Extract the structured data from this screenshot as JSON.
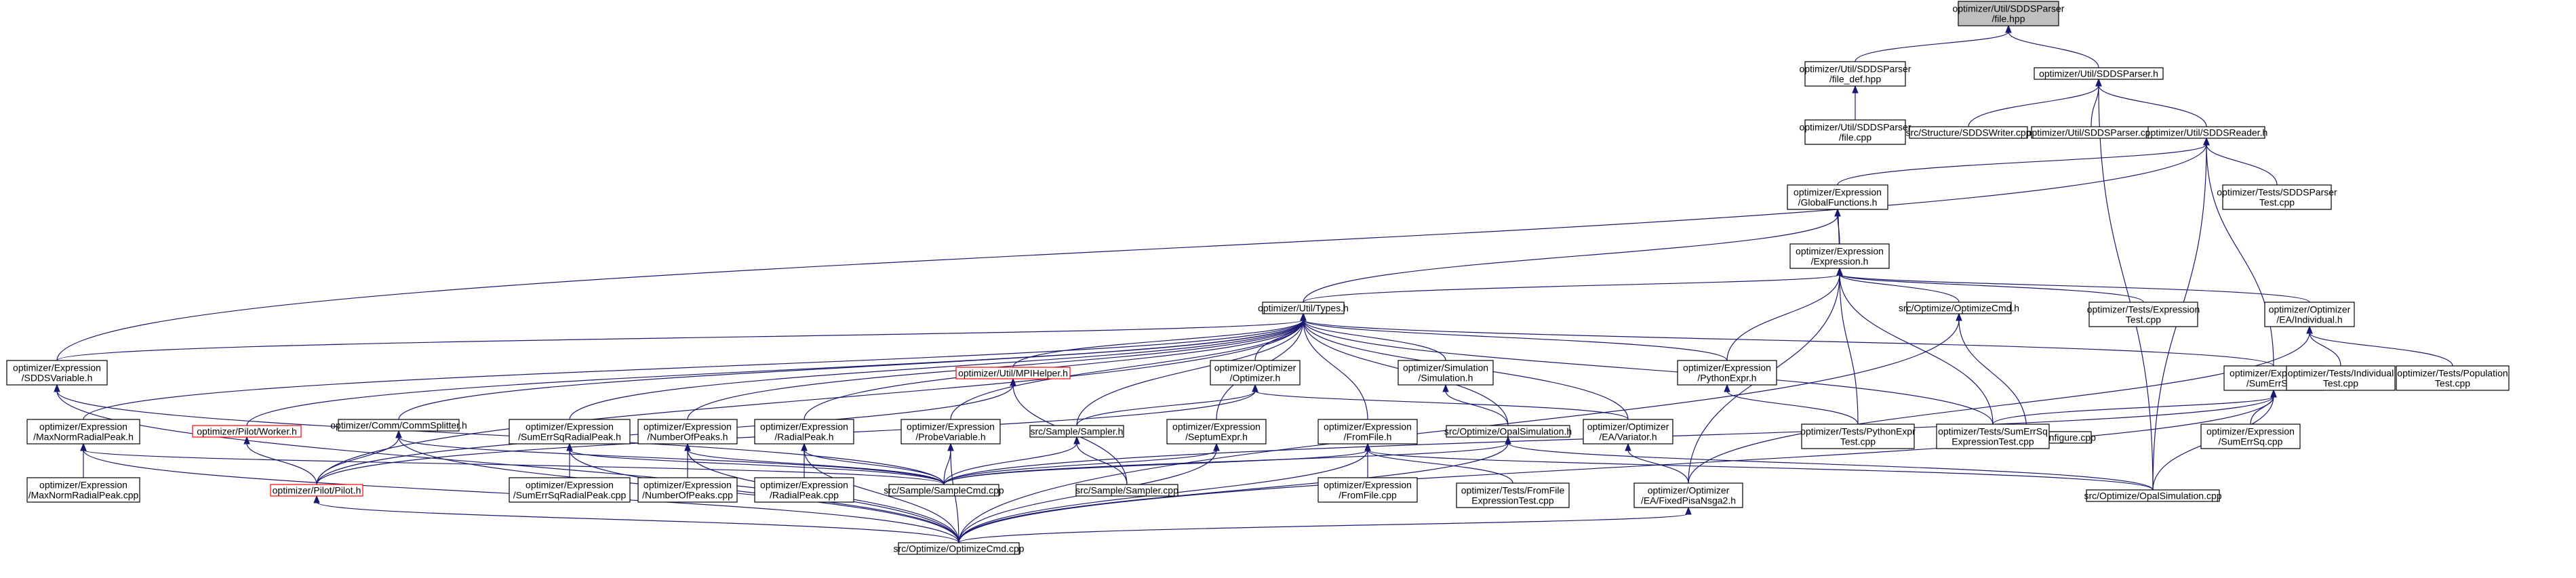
{
  "graph": {
    "edge_color": "#191970",
    "root_fill": "#bfbfbf",
    "nodes": [
      {
        "id": "root",
        "lines": [
          "optimizer/Util/SDDSParser",
          "/file.hpp"
        ],
        "style": "root"
      },
      {
        "id": "file_def",
        "lines": [
          "optimizer/Util/SDDSParser",
          "/file_def.hpp"
        ]
      },
      {
        "id": "sddsparser_h",
        "lines": [
          "optimizer/Util/SDDSParser.h"
        ]
      },
      {
        "id": "file_cpp",
        "lines": [
          "optimizer/Util/SDDSParser",
          "/file.cpp"
        ]
      },
      {
        "id": "sddswriter",
        "lines": [
          "src/Structure/SDDSWriter.cpp"
        ]
      },
      {
        "id": "sddsparser_cpp",
        "lines": [
          "optimizer/Util/SDDSParser.cpp"
        ]
      },
      {
        "id": "sddsreader",
        "lines": [
          "optimizer/Util/SDDSReader.h"
        ]
      },
      {
        "id": "globalfunctions",
        "lines": [
          "optimizer/Expression",
          "/GlobalFunctions.h"
        ]
      },
      {
        "id": "sddsparsertest",
        "lines": [
          "optimizer/Tests/SDDSParser",
          "Test.cpp"
        ]
      },
      {
        "id": "expression",
        "lines": [
          "optimizer/Expression",
          "/Expression.h"
        ]
      },
      {
        "id": "types",
        "lines": [
          "optimizer/Util/Types.h"
        ]
      },
      {
        "id": "optimizecmd_h",
        "lines": [
          "src/Optimize/OptimizeCmd.h"
        ]
      },
      {
        "id": "expressiontest",
        "lines": [
          "optimizer/Tests/Expression",
          "Test.cpp"
        ]
      },
      {
        "id": "individual",
        "lines": [
          "optimizer/Optimizer",
          "/EA/Individual.h"
        ]
      },
      {
        "id": "sddsvariable",
        "lines": [
          "optimizer/Expression",
          "/SDDSVariable.h"
        ]
      },
      {
        "id": "mpihelper",
        "lines": [
          "optimizer/Util/MPIHelper.h"
        ],
        "style": "red"
      },
      {
        "id": "optimizer_h",
        "lines": [
          "optimizer/Optimizer",
          "/Optimizer.h"
        ]
      },
      {
        "id": "simulation_h",
        "lines": [
          "optimizer/Simulation",
          "/Simulation.h"
        ]
      },
      {
        "id": "pythonexpr",
        "lines": [
          "optimizer/Expression",
          "/PythonExpr.h"
        ]
      },
      {
        "id": "configure",
        "lines": [
          "src/OpalConfigure/Configure.cpp"
        ]
      },
      {
        "id": "sumerrsq_h",
        "lines": [
          "optimizer/Expression",
          "/SumErrSq.h"
        ]
      },
      {
        "id": "individualtest",
        "lines": [
          "optimizer/Tests/Individual",
          "Test.cpp"
        ]
      },
      {
        "id": "populationtest",
        "lines": [
          "optimizer/Tests/Population",
          "Test.cpp"
        ]
      },
      {
        "id": "maxnorm_h",
        "lines": [
          "optimizer/Expression",
          "/MaxNormRadialPeak.h"
        ]
      },
      {
        "id": "worker",
        "lines": [
          "optimizer/Pilot/Worker.h"
        ],
        "style": "red"
      },
      {
        "id": "commsplitter",
        "lines": [
          "optimizer/Comm/CommSplitter.h"
        ]
      },
      {
        "id": "sumerrsqradial_h",
        "lines": [
          "optimizer/Expression",
          "/SumErrSqRadialPeak.h"
        ]
      },
      {
        "id": "numberofpeaks_h",
        "lines": [
          "optimizer/Expression",
          "/NumberOfPeaks.h"
        ]
      },
      {
        "id": "radialpeak_h",
        "lines": [
          "optimizer/Expression",
          "/RadialPeak.h"
        ]
      },
      {
        "id": "probevariable",
        "lines": [
          "optimizer/Expression",
          "/ProbeVariable.h"
        ]
      },
      {
        "id": "sampler_h",
        "lines": [
          "src/Sample/Sampler.h"
        ]
      },
      {
        "id": "septumexpr",
        "lines": [
          "optimizer/Expression",
          "/SeptumExpr.h"
        ]
      },
      {
        "id": "fromfile_h",
        "lines": [
          "optimizer/Expression",
          "/FromFile.h"
        ]
      },
      {
        "id": "opalsimulation_h",
        "lines": [
          "src/Optimize/OpalSimulation.h"
        ]
      },
      {
        "id": "variator",
        "lines": [
          "optimizer/Optimizer",
          "/EA/Variator.h"
        ]
      },
      {
        "id": "pythonexprtest",
        "lines": [
          "optimizer/Tests/PythonExpr",
          "Test.cpp"
        ]
      },
      {
        "id": "sumerrsqexprtest",
        "lines": [
          "optimizer/Tests/SumErrSq",
          "ExpressionTest.cpp"
        ]
      },
      {
        "id": "sumerrsq_cpp",
        "lines": [
          "optimizer/Expression",
          "/SumErrSq.cpp"
        ]
      },
      {
        "id": "maxnorm_cpp",
        "lines": [
          "optimizer/Expression",
          "/MaxNormRadialPeak.cpp"
        ]
      },
      {
        "id": "pilot",
        "lines": [
          "optimizer/Pilot/Pilot.h"
        ],
        "style": "red"
      },
      {
        "id": "sumerrsqradial_cpp",
        "lines": [
          "optimizer/Expression",
          "/SumErrSqRadialPeak.cpp"
        ]
      },
      {
        "id": "numberofpeaks_cpp",
        "lines": [
          "optimizer/Expression",
          "/NumberOfPeaks.cpp"
        ]
      },
      {
        "id": "radialpeak_cpp",
        "lines": [
          "optimizer/Expression",
          "/RadialPeak.cpp"
        ]
      },
      {
        "id": "samplecmd",
        "lines": [
          "src/Sample/SampleCmd.cpp"
        ]
      },
      {
        "id": "sampler_cpp",
        "lines": [
          "src/Sample/Sampler.cpp"
        ]
      },
      {
        "id": "fromfile_cpp",
        "lines": [
          "optimizer/Expression",
          "/FromFile.cpp"
        ]
      },
      {
        "id": "fromfiletest",
        "lines": [
          "optimizer/Tests/FromFile",
          "ExpressionTest.cpp"
        ]
      },
      {
        "id": "fixedpisa",
        "lines": [
          "optimizer/Optimizer",
          "/EA/FixedPisaNsga2.h"
        ]
      },
      {
        "id": "opalsimulation_cpp",
        "lines": [
          "src/Optimize/OpalSimulation.cpp"
        ]
      },
      {
        "id": "optimizecmd_cpp",
        "lines": [
          "src/Optimize/OptimizeCmd.cpp"
        ]
      }
    ],
    "edges": [
      [
        "root",
        "file_def"
      ],
      [
        "root",
        "sddsparser_h"
      ],
      [
        "file_def",
        "file_cpp"
      ],
      [
        "sddsparser_h",
        "sddswriter"
      ],
      [
        "sddsparser_h",
        "sddsparser_cpp"
      ],
      [
        "sddsparser_h",
        "sddsreader"
      ],
      [
        "sddsparser_h",
        "opalsimulation_cpp"
      ],
      [
        "sddsreader",
        "globalfunctions"
      ],
      [
        "sddsreader",
        "sddsparsertest"
      ],
      [
        "sddsreader",
        "sddsvariable"
      ],
      [
        "sddsreader",
        "sumerrsq_h"
      ],
      [
        "sddsreader",
        "opalsimulation_cpp"
      ],
      [
        "globalfunctions",
        "expression"
      ],
      [
        "globalfunctions",
        "types"
      ],
      [
        "expression",
        "globalfunctions"
      ],
      [
        "expression",
        "types"
      ],
      [
        "expression",
        "optimizecmd_h"
      ],
      [
        "expression",
        "expressiontest"
      ],
      [
        "expression",
        "individual"
      ],
      [
        "expression",
        "pythonexpr"
      ],
      [
        "expression",
        "pythonexprtest"
      ],
      [
        "expression",
        "sumerrsqexprtest"
      ],
      [
        "expression",
        "fixedpisa"
      ],
      [
        "types",
        "sddsvariable"
      ],
      [
        "types",
        "mpihelper"
      ],
      [
        "types",
        "optimizer_h"
      ],
      [
        "types",
        "simulation_h"
      ],
      [
        "types",
        "pythonexpr"
      ],
      [
        "types",
        "sumerrsq_h"
      ],
      [
        "types",
        "maxnorm_h"
      ],
      [
        "types",
        "worker"
      ],
      [
        "types",
        "commsplitter"
      ],
      [
        "types",
        "sumerrsqradial_h"
      ],
      [
        "types",
        "numberofpeaks_h"
      ],
      [
        "types",
        "radialpeak_h"
      ],
      [
        "types",
        "probevariable"
      ],
      [
        "types",
        "sampler_h"
      ],
      [
        "types",
        "septumexpr"
      ],
      [
        "types",
        "fromfile_h"
      ],
      [
        "types",
        "opalsimulation_h"
      ],
      [
        "types",
        "variator"
      ],
      [
        "types",
        "pilot"
      ],
      [
        "types",
        "sumerrsqexprtest"
      ],
      [
        "optimizecmd_h",
        "configure"
      ],
      [
        "optimizecmd_h",
        "optimizecmd_cpp"
      ],
      [
        "individual",
        "individualtest"
      ],
      [
        "individual",
        "populationtest"
      ],
      [
        "individual",
        "fixedpisa"
      ],
      [
        "sddsvariable",
        "samplecmd"
      ],
      [
        "sddsvariable",
        "optimizecmd_cpp"
      ],
      [
        "mpihelper",
        "sampler_cpp"
      ],
      [
        "mpihelper",
        "pilot"
      ],
      [
        "optimizer_h",
        "sampler_h"
      ],
      [
        "optimizer_h",
        "pilot"
      ],
      [
        "optimizer_h",
        "variator"
      ],
      [
        "simulation_h",
        "opalsimulation_h"
      ],
      [
        "pythonexpr",
        "pythonexprtest"
      ],
      [
        "sumerrsq_h",
        "sumerrsq_cpp"
      ],
      [
        "sumerrsq_h",
        "sumerrsqexprtest"
      ],
      [
        "sumerrsq_h",
        "samplecmd"
      ],
      [
        "sumerrsq_h",
        "opalsimulation_cpp"
      ],
      [
        "sumerrsq_h",
        "optimizecmd_cpp"
      ],
      [
        "maxnorm_h",
        "maxnorm_cpp"
      ],
      [
        "maxnorm_h",
        "samplecmd"
      ],
      [
        "maxnorm_h",
        "optimizecmd_cpp"
      ],
      [
        "worker",
        "pilot"
      ],
      [
        "commsplitter",
        "pilot"
      ],
      [
        "commsplitter",
        "samplecmd"
      ],
      [
        "commsplitter",
        "optimizecmd_cpp"
      ],
      [
        "sumerrsqradial_h",
        "sumerrsqradial_cpp"
      ],
      [
        "sumerrsqradial_h",
        "samplecmd"
      ],
      [
        "sumerrsqradial_h",
        "optimizecmd_cpp"
      ],
      [
        "numberofpeaks_h",
        "numberofpeaks_cpp"
      ],
      [
        "numberofpeaks_h",
        "samplecmd"
      ],
      [
        "numberofpeaks_h",
        "optimizecmd_cpp"
      ],
      [
        "radialpeak_h",
        "radialpeak_cpp"
      ],
      [
        "radialpeak_h",
        "samplecmd"
      ],
      [
        "radialpeak_h",
        "optimizecmd_cpp"
      ],
      [
        "probevariable",
        "samplecmd"
      ],
      [
        "probevariable",
        "optimizecmd_cpp"
      ],
      [
        "sampler_h",
        "samplecmd"
      ],
      [
        "sampler_h",
        "sampler_cpp"
      ],
      [
        "septumexpr",
        "samplecmd"
      ],
      [
        "septumexpr",
        "optimizecmd_cpp"
      ],
      [
        "fromfile_h",
        "fromfile_cpp"
      ],
      [
        "fromfile_h",
        "fromfiletest"
      ],
      [
        "fromfile_h",
        "samplecmd"
      ],
      [
        "fromfile_h",
        "opalsimulation_cpp"
      ],
      [
        "fromfile_h",
        "optimizecmd_cpp"
      ],
      [
        "opalsimulation_h",
        "samplecmd"
      ],
      [
        "opalsimulation_h",
        "opalsimulation_cpp"
      ],
      [
        "opalsimulation_h",
        "optimizecmd_cpp"
      ],
      [
        "variator",
        "fixedpisa"
      ],
      [
        "fixedpisa",
        "optimizecmd_cpp"
      ],
      [
        "pilot",
        "optimizecmd_cpp"
      ]
    ]
  }
}
